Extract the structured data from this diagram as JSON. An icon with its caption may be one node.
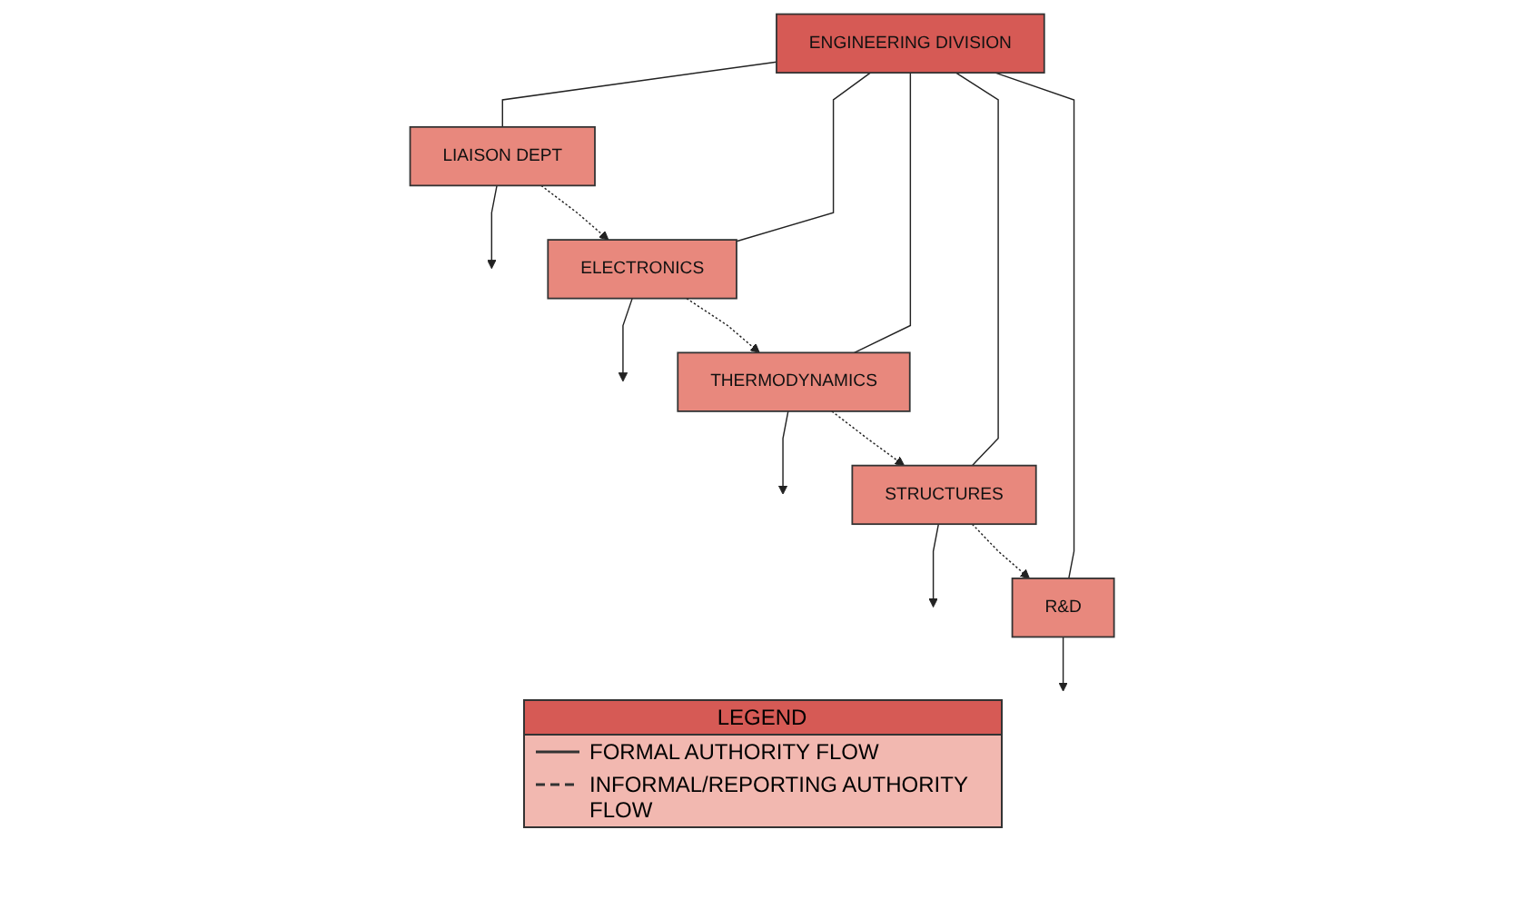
{
  "diagram": {
    "nodes": [
      {
        "text": [
          "ENGINEERING DIVISION"
        ]
      },
      {
        "text": [
          "LIAISON DEPT"
        ]
      },
      {
        "text": [
          "ELECTRONICS"
        ]
      },
      {
        "text": [
          "THERMODYNAMICS"
        ]
      },
      {
        "text": [
          "STRUCTURES"
        ]
      },
      {
        "text": [
          "R&D"
        ]
      }
    ],
    "edges": [
      {
        "from": 0,
        "to": 1,
        "arrow": "none"
      },
      {
        "from": 0,
        "to": 2,
        "arrow": "none"
      },
      {
        "from": 0,
        "to": 3,
        "arrow": "none"
      },
      {
        "from": 0,
        "to": 4,
        "arrow": "none"
      },
      {
        "from": 0,
        "to": 5,
        "arrow": "none"
      },
      {
        "from": 1,
        "to": null,
        "arrow": "to"
      },
      {
        "from": 2,
        "to": null,
        "arrow": "to"
      },
      {
        "from": 3,
        "to": null,
        "arrow": "to"
      },
      {
        "from": 4,
        "to": null,
        "arrow": "to"
      },
      {
        "from": 5,
        "to": null,
        "arrow": "to"
      },
      {
        "from": 1,
        "to": 2,
        "arrow": "to",
        "style": "dashed"
      },
      {
        "from": 2,
        "to": 3,
        "arrow": "to",
        "style": "dashed"
      },
      {
        "from": 3,
        "to": 4,
        "arrow": "to",
        "style": "dashed"
      },
      {
        "from": 4,
        "to": 5,
        "arrow": "to",
        "style": "dashed"
      }
    ],
    "labels": [
      "LEGEND"
    ],
    "legend": [
      {
        "text": "FORMAL AUTHORITY FLOW"
      },
      {
        "text": "INFORMAL/REPORTING AUTHORITY FLOW"
      }
    ]
  }
}
